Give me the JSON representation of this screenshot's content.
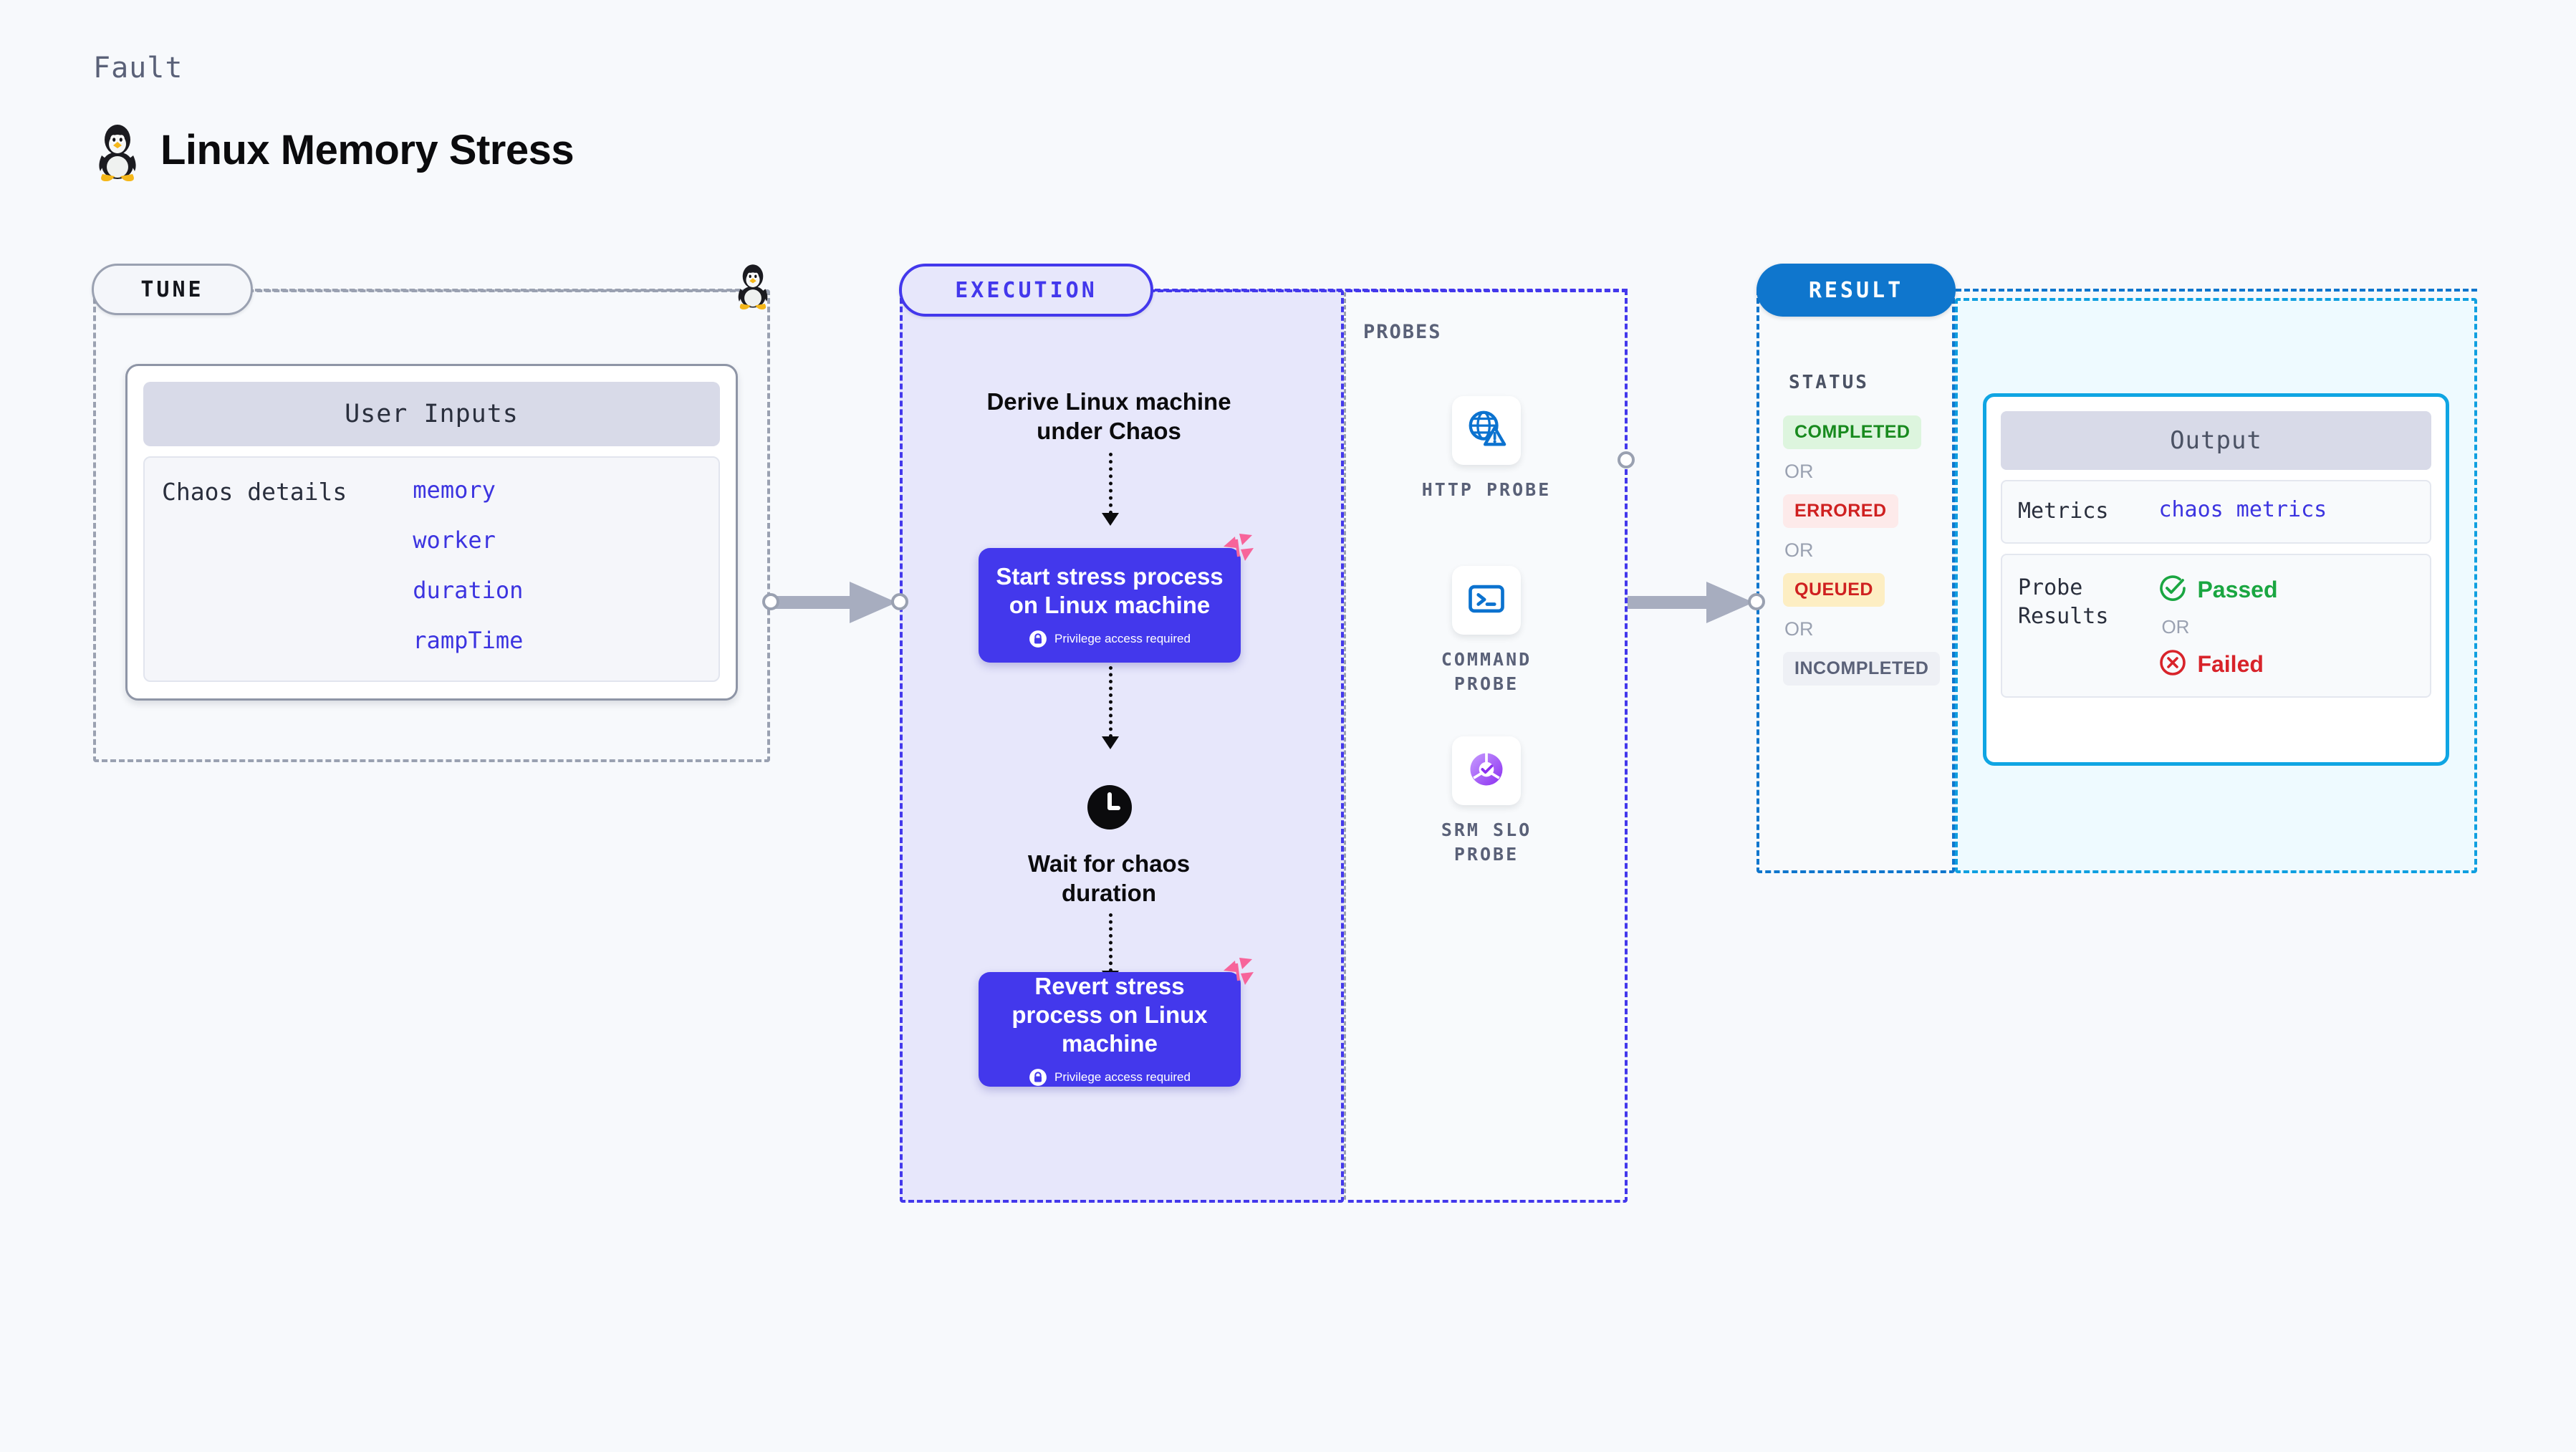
{
  "header": {
    "kicker": "Fault",
    "title": "Linux Memory Stress",
    "icon": "tux-penguin-icon"
  },
  "tune": {
    "badge": "TUNE",
    "card_title": "User Inputs",
    "field_label": "Chaos details",
    "fields": [
      "memory",
      "worker",
      "duration",
      "rampTime"
    ]
  },
  "execution": {
    "badge": "EXECUTION",
    "step1_label": "Derive Linux machine\nunder Chaos",
    "node1_title": "Start stress process on Linux machine",
    "node1_privilege": "Privilege access required",
    "wait_label": "Wait for chaos\nduration",
    "node2_title": "Revert stress process on Linux machine",
    "node2_privilege": "Privilege access required"
  },
  "probes": {
    "label": "PROBES",
    "items": [
      {
        "icon": "globe-warning-icon",
        "caption": "HTTP PROBE"
      },
      {
        "icon": "terminal-prompt-icon",
        "caption": "COMMAND\nPROBE"
      },
      {
        "icon": "srm-slo-gauge-icon",
        "caption": "SRM SLO\nPROBE"
      }
    ]
  },
  "result": {
    "badge": "RESULT",
    "status_label": "STATUS",
    "or_text": "OR",
    "statuses": [
      {
        "label": "COMPLETED",
        "bg": "#ddf5de",
        "fg": "#188a1e"
      },
      {
        "label": "ERRORED",
        "bg": "#fdeaea",
        "fg": "#cf2020"
      },
      {
        "label": "QUEUED",
        "bg": "#fdeec3",
        "fg": "#cf2020"
      },
      {
        "label": "INCOMPLETED",
        "bg": "#eef0f5",
        "fg": "#5a6178"
      }
    ]
  },
  "output": {
    "title": "Output",
    "metrics_key": "Metrics",
    "metrics_value": "chaos metrics",
    "probe_results_key": "Probe\nResults",
    "passed_label": "Passed",
    "failed_label": "Failed",
    "or_text": "OR"
  },
  "colors": {
    "accent_indigo": "#4338ec",
    "accent_blue": "#0f76cd",
    "accent_cyan": "#0fa5e3",
    "litmus_pink": "#f7649a",
    "grey_dash": "#9aa1b1"
  }
}
